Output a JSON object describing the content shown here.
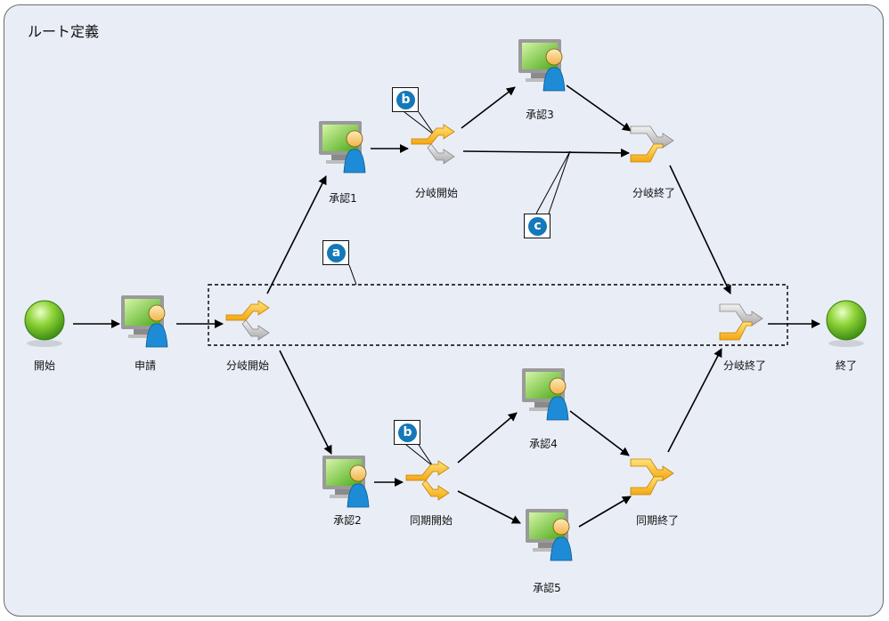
{
  "panel": {
    "title": "ルート定義"
  },
  "nodes": {
    "start": "開始",
    "apply": "申請",
    "split_main": "分岐開始",
    "approve1": "承認1",
    "split_top": "分岐開始",
    "approve3": "承認3",
    "merge_top": "分岐終了",
    "merge_main": "分岐終了",
    "end": "終了",
    "approve2": "承認2",
    "sync_start": "同期開始",
    "approve4": "承認4",
    "approve5": "承認5",
    "sync_end": "同期終了"
  },
  "callouts": {
    "a": "a",
    "b_top": "b",
    "b_bottom": "b",
    "c": "c"
  }
}
